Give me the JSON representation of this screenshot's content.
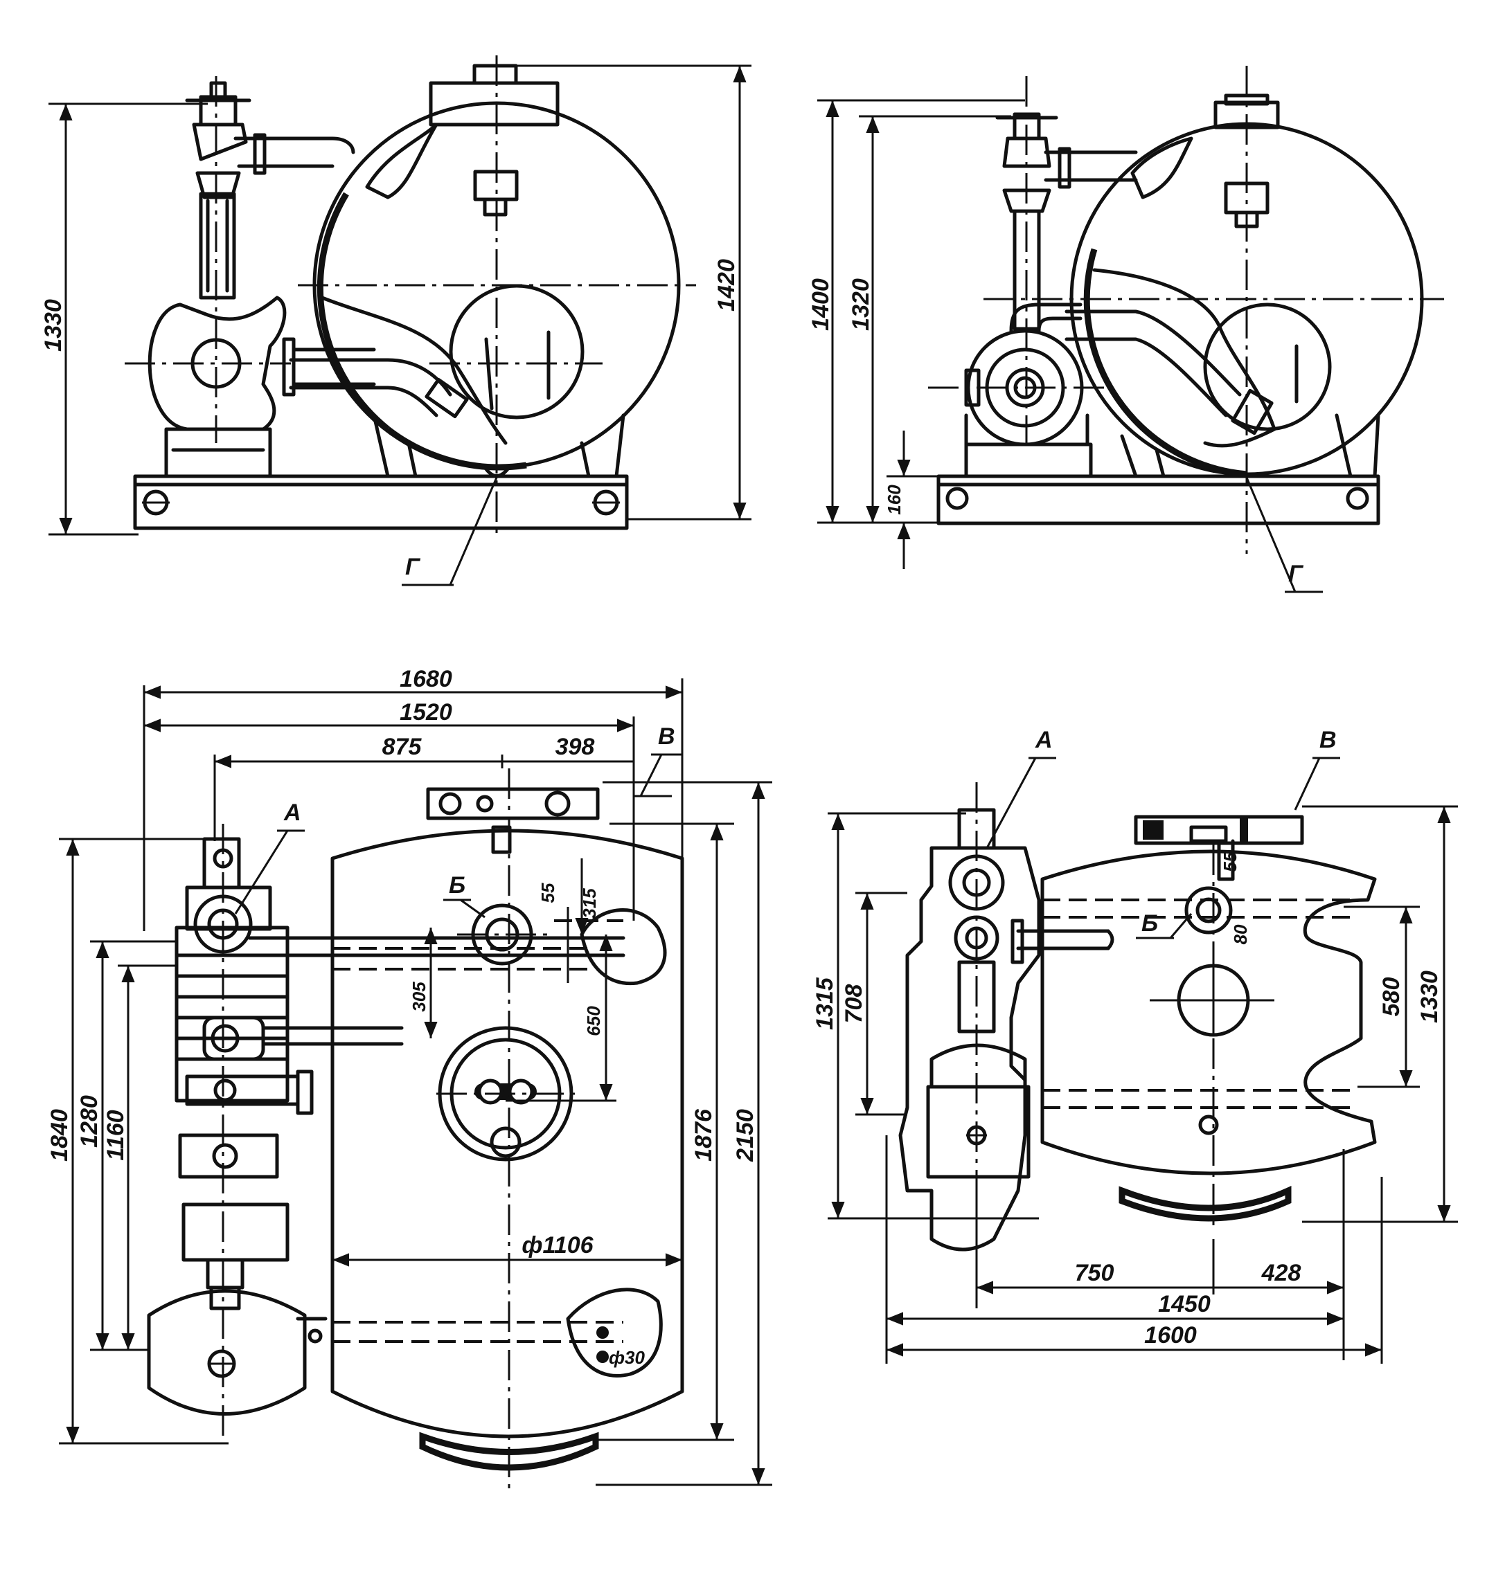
{
  "views": {
    "top_left": {
      "dims": {
        "height_total": "1330",
        "height_tank": "1420"
      },
      "callout": "Г"
    },
    "top_right": {
      "dims": {
        "height_total": "1400",
        "height_pipe": "1320",
        "height_base": "160"
      },
      "callout": "Г"
    },
    "bottom_left": {
      "dims": {
        "width_overall": "1680",
        "width_1520": "1520",
        "width_875": "875",
        "width_398": "398",
        "h_1840": "1840",
        "h_1280": "1280",
        "h_1160": "1160",
        "h_305": "305",
        "h_55": "55",
        "h_315": "315",
        "h_650": "650",
        "h_1876": "1876",
        "h_2150": "2150",
        "diameter": "ф1106",
        "small_d": "ф30"
      },
      "callouts": {
        "a": "А",
        "b": "Б",
        "v": "В"
      }
    },
    "bottom_right": {
      "dims": {
        "h_1315": "1315",
        "h_708": "708",
        "h_580": "580",
        "h_1330": "1330",
        "w_750": "750",
        "w_428": "428",
        "w_1450": "1450",
        "w_1600": "1600",
        "small_55": "55",
        "small_80": "80"
      },
      "callouts": {
        "a": "А",
        "b": "Б",
        "v": "В"
      }
    }
  }
}
